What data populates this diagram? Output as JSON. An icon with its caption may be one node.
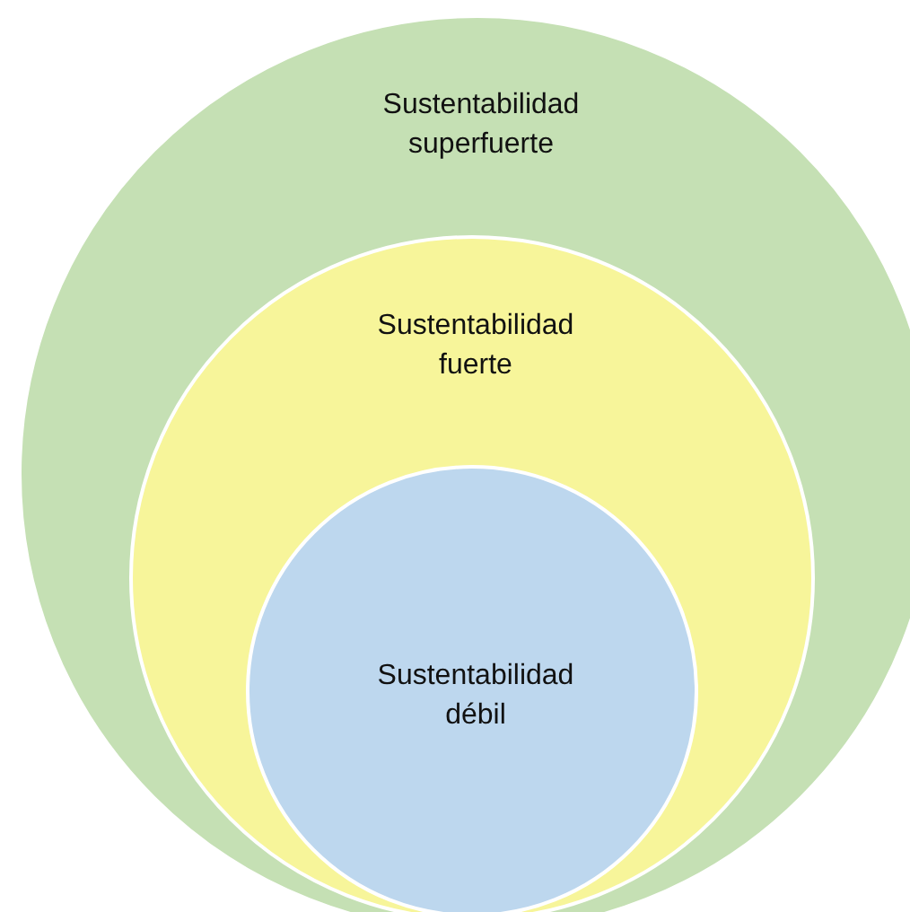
{
  "diagram": {
    "nodes": [
      {
        "text": [
          "Sustentabilidad superfuerte"
        ]
      },
      {
        "text": [
          "Sustentabilidad fuerte"
        ],
        "in": 0
      },
      {
        "text": [
          "Sustentabilidad débil"
        ],
        "in": 1
      }
    ]
  }
}
